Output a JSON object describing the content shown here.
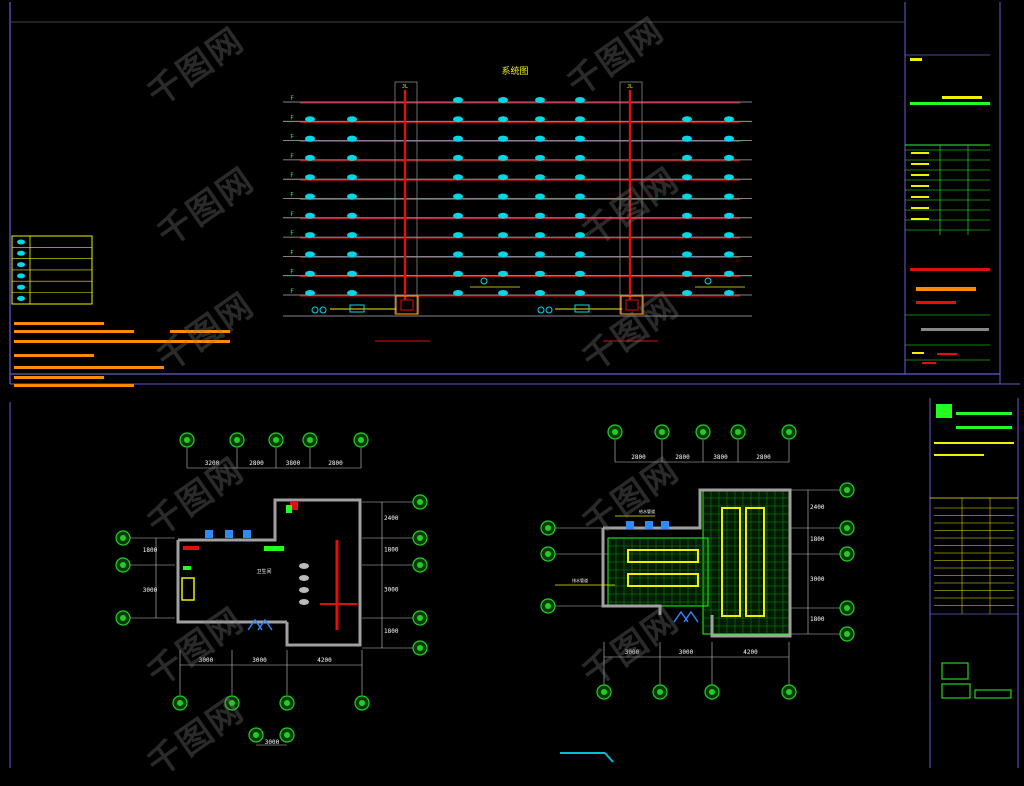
{
  "colors": {
    "background": "#000000",
    "frame": "#6a5acd",
    "floor_line": "#b0b0b0",
    "riser": "#e01010",
    "fixture": "#00d8e8",
    "grid_bubble": "#20d020",
    "dim_line": "#c8c8c8",
    "yellow": "#f0f000",
    "green": "#20ff20",
    "orange": "#ff8c00",
    "wall": "#a0a0a0"
  },
  "watermark": "千图网",
  "top_sheet": {
    "diagram_title": "系统图",
    "floor_rows": 11,
    "riser_tag": "JL"
  },
  "legend_table": {
    "rows": 6
  },
  "left_plan": {
    "name": "left-floor-plan",
    "top_dims": [
      "3200",
      "2800",
      "3800",
      "2800"
    ],
    "bottom_dims": [
      "3000",
      "3000",
      "4200"
    ],
    "right_dims": [
      "2400",
      "1800",
      "3000",
      "1800"
    ],
    "left_dims": [
      "1800",
      "3000"
    ],
    "extra_dim": "3000",
    "room_label": "卫生间"
  },
  "right_plan": {
    "name": "right-floor-plan",
    "top_dims": [
      "2800",
      "2800",
      "3800",
      "2800"
    ],
    "bottom_dims": [
      "3000",
      "3000",
      "4200"
    ],
    "right_dims": [
      "2400",
      "1800",
      "3000",
      "1800"
    ],
    "annotation_1": "给水管道",
    "annotation_2": "排水管道"
  },
  "title_block": {
    "rows": 14
  }
}
